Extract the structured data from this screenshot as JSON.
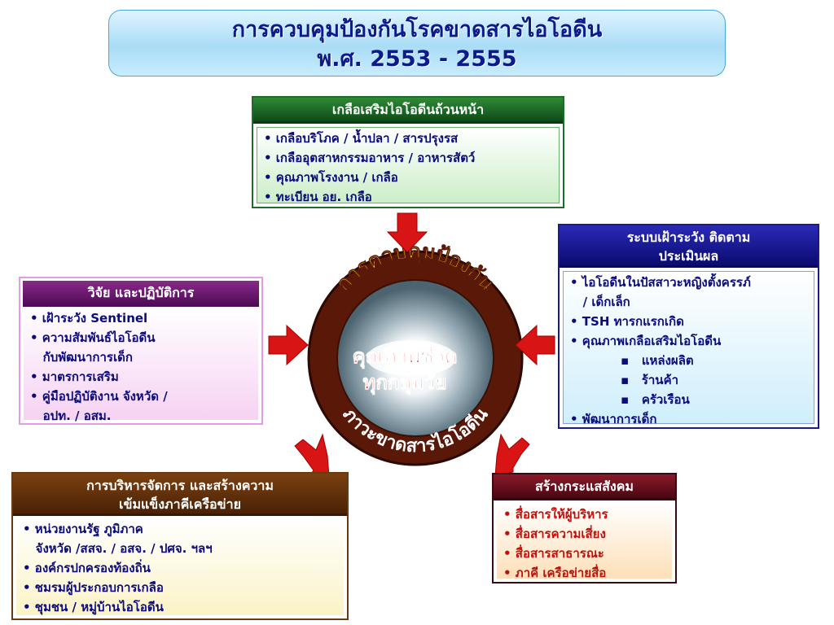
{
  "title": {
    "line1": "การควบคุมป้องกันโรคขาดสารไอโอดีน",
    "line2": "พ.ศ. 2553 - 2555"
  },
  "center": {
    "arc_top": "การควบคุมป้องกัน",
    "arc_bottom": "ภาวะขาดสารไอโอดีน",
    "line1": "คุณภาพชีวิต",
    "line2": "ทุกกลุ่มวัย"
  },
  "top_box": {
    "header": "เกลือเสริมไอโอดีนถ้วนหน้า",
    "items": [
      "• เกลือบริโภค / น้ำปลา / สารปรุงรส",
      "• เกลืออุตสาหกรรมอาหาร / อาหารสัตว์",
      "• คุณภาพโรงงาน / เกลือ",
      "• ทะเบียน อย. เกลือ"
    ]
  },
  "right_box": {
    "header_line1": "ระบบเฝ้าระวัง ติดตาม",
    "header_line2": "ประเมินผล",
    "items": [
      "• ไอโอดีนในปัสสาวะหญิงตั้งครรภ์",
      "   / เด็กเล็ก",
      "• TSH ทารกแรกเกิด",
      "• คุณภาพเกลือเสริมไอโอดีน",
      "▪   แหล่งผลิต",
      "▪   ร้านค้า",
      "▪   ครัวเรือน",
      "• พัฒนาการเด็ก"
    ]
  },
  "left_box": {
    "header": "วิจัย และปฏิบัติการ",
    "items": [
      "• เฝ้าระวัง Sentinel",
      "• ความสัมพันธ์ไอโอดีน",
      "   กับพัฒนาการเด็ก",
      "• มาตรการเสริม",
      "• คู่มือปฏิบัติงาน จังหวัด /",
      "   อปท. / อสม."
    ]
  },
  "bottom_left_box": {
    "header_line1": "การบริหารจัดการ และสร้างความ",
    "header_line2": "เข้มแข็งภาคีเครือข่าย",
    "items": [
      "• หน่วยงานรัฐ ภูมิภาค",
      "   จังหวัด /สสจ. / อสจ. / ปศจ. ฯลฯ",
      "• องค์กรปกครองท้องถิ่น",
      "• ชมรมผู้ประกอบการเกลือ",
      "• ชุมชน / หมู่บ้านไอโอดีน"
    ]
  },
  "bottom_right_box": {
    "header": "สร้างกระแสสังคม",
    "items": [
      "• สื่อสารให้ผู้บริหาร",
      "• สื่อสารความเสี่ยง",
      "• สื่อสารสาธารณะ",
      "• ภาคี เครือข่ายสื่อ"
    ]
  }
}
